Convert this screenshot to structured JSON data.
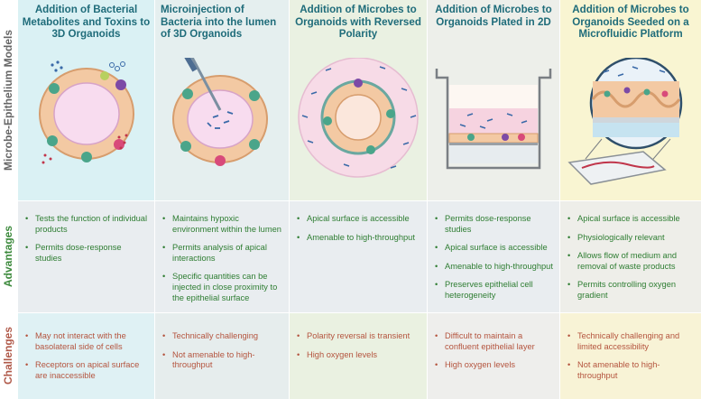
{
  "row_labels": {
    "models": "Microbe-Epithelium Models",
    "advantages": "Advantages",
    "challenges": "Challenges"
  },
  "columns": [
    {
      "title": "Addition of Bacterial Metabolites and Toxins to 3D Organoids",
      "advantages": [
        "Tests the function of individual products",
        "Permits dose-response studies"
      ],
      "challenges": [
        "May not interact with the basolateral side of cells",
        "Receptors on apical surface are inaccessible"
      ]
    },
    {
      "title": "Microinjection of Bacteria into the lumen of 3D Organoids",
      "advantages": [
        "Maintains hypoxic environment within the lumen",
        "Permits analysis of apical interactions",
        "Specific quantities can be injected in close proximity to the epithelial surface"
      ],
      "challenges": [
        "Technically challenging",
        "Not amenable to high-throughput"
      ]
    },
    {
      "title": "Addition of Microbes to Organoids with Reversed Polarity",
      "advantages": [
        "Apical surface is accessible",
        "Amenable to high-throughput"
      ],
      "challenges": [
        "Polarity reversal is transient",
        "High oxygen levels"
      ]
    },
    {
      "title": "Addition of Microbes to Organoids Plated in 2D",
      "advantages": [
        "Permits dose-response studies",
        "Apical surface is accessible",
        "Amenable to high-throughput",
        "Preserves epithelial cell heterogeneity"
      ],
      "challenges": [
        "Difficult to maintain a confluent epithelial layer",
        "High oxygen levels"
      ]
    },
    {
      "title": "Addition of Microbes to Organoids Seeded on a Microfluidic Platform",
      "advantages": [
        "Apical surface is accessible",
        "Physiologically relevant",
        "Allows flow of medium and removal of waste products",
        "Permits controlling oxygen gradient"
      ],
      "challenges": [
        "Technically challenging and limited accessibility",
        "Not amenable to high-throughput"
      ]
    }
  ]
}
